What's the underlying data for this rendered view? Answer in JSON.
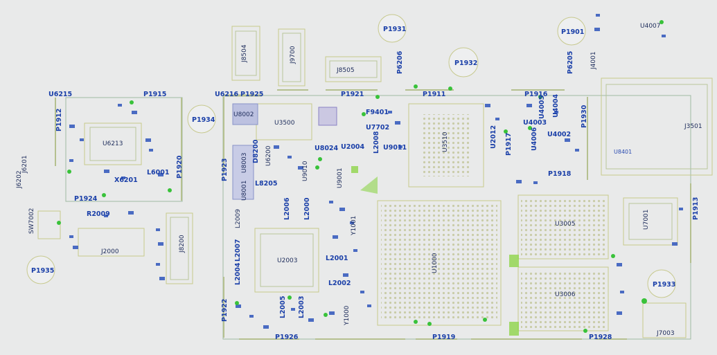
{
  "labels": {
    "U6215": "U6215",
    "P1915": "P1915",
    "U6216": "U6216",
    "P1925": "P1925",
    "P1921": "P1921",
    "P1911": "P1911",
    "P1916": "P1916",
    "P1931": "P1931",
    "P1932": "P1932",
    "P1901": "P1901",
    "U4007": "U4007",
    "J8504": "J8504",
    "J9700": "J9700",
    "J8505": "J8505",
    "P6206": "P6206",
    "P6205": "P6205",
    "J4001": "J4001",
    "P1912": "P1912",
    "P1934": "P1934",
    "U8002": "U8002",
    "U3500": "U3500",
    "F9401": "F9401",
    "U7702": "U7702",
    "U9011": "U9011",
    "U3510": "U3510",
    "U2012": "U2012",
    "P1917": "P1917",
    "U4004": "U4004",
    "U4003": "U4003",
    "U4005": "U4005",
    "U4002": "U4002",
    "U4006": "U4006",
    "P1930": "P1930",
    "J3501": "J3501",
    "U6213": "U6213",
    "J6201": "J6201",
    "J6202": "J6202",
    "L6001": "L6001",
    "X6201": "X6201",
    "P1920": "P1920",
    "P1924": "P1924",
    "P1923": "P1923",
    "U8024": "U8024",
    "U2004": "U2004",
    "L2008": "L2008",
    "D8200": "D8200",
    "U6200": "U6200",
    "L8205": "L8205",
    "U9010": "U9010",
    "U9001": "U9001",
    "P1918": "P1918",
    "U3005": "U3005",
    "U7001": "U7001",
    "P1913": "P1913",
    "SW7002": "SW7002",
    "R2009": "R2009",
    "J2000": "J2000",
    "J8200": "J8200",
    "L2006": "L2006",
    "L2000": "L2000",
    "Y1001": "Y1001",
    "L2007": "L2007",
    "U2003": "U2003",
    "L2001": "L2001",
    "L2004": "L2004",
    "L2002": "L2002",
    "U1000": "U1000",
    "U3006": "U3006",
    "P1933": "P1933",
    "P1935": "P1935",
    "P1922": "P1922",
    "L2005": "L2005",
    "L2003": "L2003",
    "Y1000": "Y1000",
    "P1926": "P1926",
    "P1919": "P1919",
    "P1928": "P1928",
    "J7003": "J7003",
    "U8003": "U8003",
    "U8001": "U8001",
    "L2009": "L2009",
    "U8401": "U8401"
  }
}
